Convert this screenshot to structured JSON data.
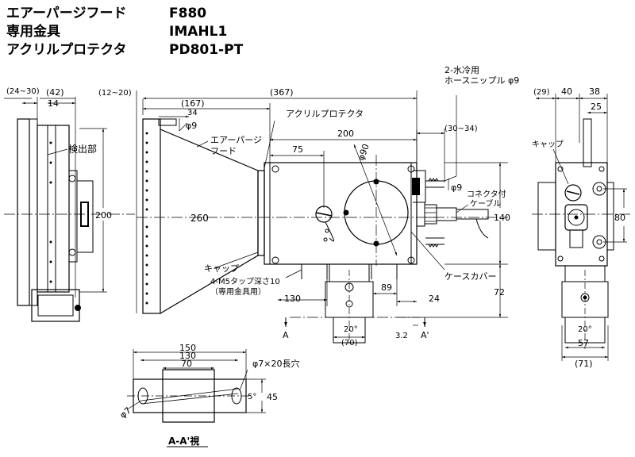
{
  "header": {
    "rows": [
      {
        "label": "エアーパージフード",
        "value": "F880"
      },
      {
        "label": "専用金具",
        "value": "IMAHL1"
      },
      {
        "label": "アクリルプロテクタ",
        "value": "PD801-PT"
      }
    ]
  },
  "side_view": {
    "dim_top_left": "(24~30)",
    "dim_top_mid": "(42)",
    "dim_14": "14",
    "detector_label": "検出部",
    "dim_200": "200"
  },
  "front_view": {
    "dim_12_20": "(12~20)",
    "dim_367": "(367)",
    "dim_167": "(167)",
    "dim_34": "34",
    "phi9_top": "φ9",
    "acrylic_protector": "アクリルプロテクタ",
    "air_purge_hood_line1": "エアーパージ",
    "air_purge_hood_line2": "フード",
    "dim_200": "200",
    "dim_75": "75",
    "dim_phi90": "φ90",
    "dim_260": "260",
    "dim_140": "140",
    "cap": "キャップ",
    "tap_line1": "4-M5タップ深さ10",
    "tap_line2": "（専用金具用）",
    "case_cover": "ケースカバー",
    "dim_130": "130",
    "dim_89": "89",
    "dim_24": "24",
    "dim_72": "72",
    "dim_20deg": "20°",
    "dim_70p": "(70)",
    "dim_3_2": "3.2",
    "label_a": "A",
    "label_a_prime": "A'"
  },
  "connection": {
    "cooling_line1": "2-水冷用",
    "cooling_line2": "ホースニップル φ9",
    "dim_30_34": "(30~34)",
    "phi9": "φ9",
    "connector_line1": "コネクタ付",
    "connector_line2": "ケーブル"
  },
  "right_view": {
    "dim_29": "(29)",
    "dim_40": "40",
    "dim_38": "38",
    "dim_25": "25",
    "cap": "キャップ",
    "dim_80": "80",
    "dim_20deg": "20°",
    "dim_57": "57",
    "dim_71": "(71)"
  },
  "section_view": {
    "dim_150": "150",
    "dim_130": "130",
    "dim_70": "70",
    "slot": "φ7×20長穴",
    "phi7": "φ7",
    "dim_5deg": "5°",
    "dim_45": "45",
    "title": "A-A'視"
  }
}
